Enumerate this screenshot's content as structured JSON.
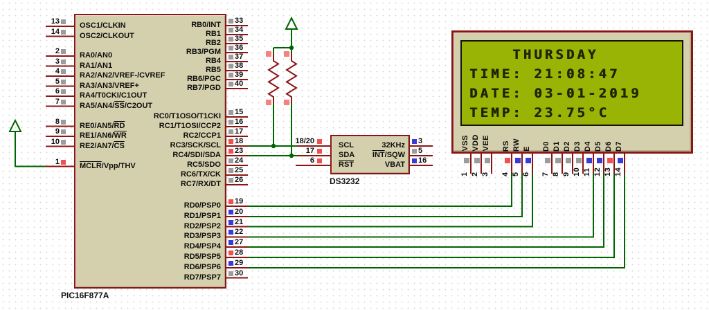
{
  "colors": {
    "wire": "#006400",
    "pin_stub": "#8b1414",
    "chip_fill": "#d4d0ad",
    "chip_border": "#8b1414",
    "lcd_screen": "#9ab406",
    "lcd_text": "#1e2404",
    "state_gray": "#9c9c9c",
    "state_red": "#f25050",
    "state_blue": "#3a3ad8",
    "resistor_terminal": "#f58181"
  },
  "pic": {
    "label": "PIC16F877A",
    "left_pins": [
      {
        "num": "13",
        "name": "OSC1/CLKIN",
        "state": "gray"
      },
      {
        "num": "14",
        "name": "OSC2/CLKOUT",
        "state": "gray"
      },
      {
        "num": "2",
        "name": "RA0/AN0",
        "state": "gray"
      },
      {
        "num": "3",
        "name": "RA1/AN1",
        "state": "gray"
      },
      {
        "num": "4",
        "name": "RA2/AN2/VREF-/CVREF",
        "state": "gray"
      },
      {
        "num": "5",
        "name": "RA3/AN3/VREF+",
        "state": "gray"
      },
      {
        "num": "6",
        "name": "RA4/T0CKI/C1OUT",
        "state": "gray"
      },
      {
        "num": "7",
        "name": "RA5/AN4/`SS`/C2OUT",
        "state": "gray"
      },
      {
        "num": "8",
        "name": "RE0/AN5/`RD`",
        "state": "gray"
      },
      {
        "num": "9",
        "name": "RE1/AN6/`WR`",
        "state": "gray"
      },
      {
        "num": "10",
        "name": "RE2/AN7/`CS`",
        "state": "gray"
      },
      {
        "num": "1",
        "name": "`MCLR`/Vpp/THV",
        "state": "red"
      }
    ],
    "right_pins": [
      {
        "num": "33",
        "name": "RB0/INT",
        "state": "gray"
      },
      {
        "num": "34",
        "name": "RB1",
        "state": "gray"
      },
      {
        "num": "35",
        "name": "RB2",
        "state": "gray"
      },
      {
        "num": "36",
        "name": "RB3/PGM",
        "state": "gray"
      },
      {
        "num": "37",
        "name": "RB4",
        "state": "gray"
      },
      {
        "num": "38",
        "name": "RB5",
        "state": "gray"
      },
      {
        "num": "39",
        "name": "RB6/PGC",
        "state": "gray"
      },
      {
        "num": "40",
        "name": "RB7/PGD",
        "state": "gray"
      },
      {
        "num": "15",
        "name": "RC0/T1OSO/T1CKI",
        "state": "gray"
      },
      {
        "num": "16",
        "name": "RC1/T1OSI/CCP2",
        "state": "gray"
      },
      {
        "num": "17",
        "name": "RC2/CCP1",
        "state": "gray"
      },
      {
        "num": "18",
        "name": "RC3/SCK/SCL",
        "state": "red"
      },
      {
        "num": "23",
        "name": "RC4/SDI/SDA",
        "state": "red"
      },
      {
        "num": "24",
        "name": "RC5/SDO",
        "state": "gray"
      },
      {
        "num": "25",
        "name": "RC6/TX/CK",
        "state": "gray"
      },
      {
        "num": "26",
        "name": "RC7/RX/DT",
        "state": "gray"
      },
      {
        "num": "19",
        "name": "RD0/PSP0",
        "state": "red"
      },
      {
        "num": "20",
        "name": "RD1/PSP1",
        "state": "blue"
      },
      {
        "num": "21",
        "name": "RD2/PSP2",
        "state": "blue"
      },
      {
        "num": "22",
        "name": "RD3/PSP3",
        "state": "blue"
      },
      {
        "num": "27",
        "name": "RD4/PSP4",
        "state": "blue"
      },
      {
        "num": "28",
        "name": "RD5/PSP5",
        "state": "red"
      },
      {
        "num": "29",
        "name": "RD6/PSP6",
        "state": "blue"
      },
      {
        "num": "30",
        "name": "RD7/PSP7",
        "state": "gray"
      }
    ]
  },
  "rtc": {
    "label": "DS3232",
    "left_pins": [
      {
        "num": "18/20",
        "name": "SCL",
        "state": "red",
        "clock": true
      },
      {
        "num": "17",
        "name": "SDA",
        "state": "red"
      },
      {
        "num": "6",
        "name": "`RST`",
        "state": "red"
      }
    ],
    "right_pins": [
      {
        "num": "3",
        "name": "32KHz",
        "state": "blue"
      },
      {
        "num": "5",
        "name": "`INT`/SQW",
        "state": "gray"
      },
      {
        "num": "16",
        "name": "VBAT",
        "state": "blue"
      }
    ]
  },
  "lcd": {
    "lines": [
      "    THURSDAY",
      "TIME: 21:08:47",
      "DATE: 03-01-2019",
      "TEMP: 23.75°C"
    ],
    "pins": [
      {
        "num": "1",
        "name": "VSS",
        "state": "gray"
      },
      {
        "num": "2",
        "name": "VDD",
        "state": "gray"
      },
      {
        "num": "3",
        "name": "VEE",
        "state": "gray"
      },
      {
        "num": "4",
        "name": "RS",
        "state": "red"
      },
      {
        "num": "5",
        "name": "RW",
        "state": "blue"
      },
      {
        "num": "6",
        "name": "E",
        "state": "blue"
      },
      {
        "num": "7",
        "name": "D0",
        "state": "gray"
      },
      {
        "num": "8",
        "name": "D1",
        "state": "gray"
      },
      {
        "num": "9",
        "name": "D2",
        "state": "gray"
      },
      {
        "num": "10",
        "name": "D3",
        "state": "gray"
      },
      {
        "num": "11",
        "name": "D4",
        "state": "blue"
      },
      {
        "num": "12",
        "name": "D5",
        "state": "blue"
      },
      {
        "num": "13",
        "name": "D6",
        "state": "red"
      },
      {
        "num": "14",
        "name": "D7",
        "state": "blue"
      }
    ]
  },
  "connections": [
    {
      "from": "PIC RC3/SCK/SCL (18)",
      "to": "DS3232 SCL (18/20)",
      "note": "pull-up resistor to power"
    },
    {
      "from": "PIC RC4/SDI/SDA (23)",
      "to": "DS3232 SDA (17)",
      "note": "pull-up resistor to power"
    },
    {
      "from": "PIC MCLR/Vpp/THV (1)",
      "to": "power"
    },
    {
      "from": "PIC RD0/PSP0 (19)",
      "to": "LCD RS (4)"
    },
    {
      "from": "PIC RD1/PSP1 (20)",
      "to": "LCD RW (5)"
    },
    {
      "from": "PIC RD2/PSP2 (21)",
      "to": "LCD E (6)"
    },
    {
      "from": "PIC RD3/PSP3 (22)",
      "to": "LCD D4 (11)"
    },
    {
      "from": "PIC RD4/PSP4 (27)",
      "to": "LCD D5 (12)"
    },
    {
      "from": "PIC RD5/PSP5 (28)",
      "to": "LCD D6 (13)"
    },
    {
      "from": "PIC RD6/PSP6 (29)",
      "to": "LCD D7 (14)"
    }
  ]
}
